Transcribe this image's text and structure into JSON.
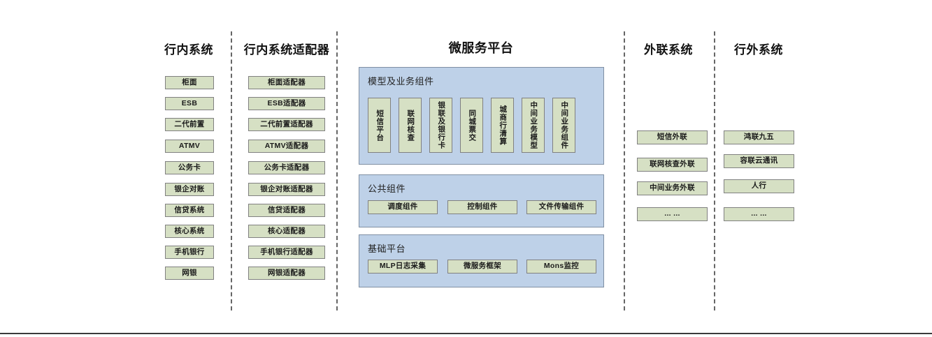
{
  "diagram": {
    "columns": [
      {
        "id": "in-bank-systems",
        "title": "行内系统",
        "nodes": [
          "柜面",
          "ESB",
          "二代前置",
          "ATMV",
          "公务卡",
          "银企对账",
          "信贷系统",
          "核心系统",
          "手机银行",
          "网银"
        ]
      },
      {
        "id": "in-bank-adapters",
        "title": "行内系统适配器",
        "nodes": [
          "柜面适配器",
          "ESB适配器",
          "二代前置适配器",
          "ATMV适配器",
          "公务卡适配器",
          "银企对账适配器",
          "信贷适配器",
          "核心适配器",
          "手机银行适配器",
          "网银适配器"
        ]
      },
      {
        "id": "microservice-platform",
        "title": "微服务平台",
        "groups": [
          {
            "id": "model-business-components",
            "title": "模型及业务组件",
            "orientation": "vertical",
            "nodes": [
              "短信平台",
              "联网核查",
              "银联及银行卡",
              "同城票交",
              "城商行清算",
              "中间业务模型",
              "中间业务组件"
            ]
          },
          {
            "id": "public-components",
            "title": "公共组件",
            "orientation": "horizontal",
            "nodes": [
              "调度组件",
              "控制组件",
              "文件传输组件"
            ]
          },
          {
            "id": "basic-platform",
            "title": "基础平台",
            "orientation": "horizontal",
            "nodes": [
              "MLP日志采集",
              "微服务框架",
              "Mons监控"
            ]
          }
        ]
      },
      {
        "id": "external-link-systems",
        "title": "外联系统",
        "nodes": [
          "短信外联",
          "联网核查外联",
          "中间业务外联",
          "... ..."
        ]
      },
      {
        "id": "out-of-bank-systems",
        "title": "行外系统",
        "nodes": [
          "鸿联九五",
          "容联云通讯",
          "人行",
          "... ..."
        ]
      }
    ],
    "colors": {
      "node_fill": "#d6e0c4",
      "node_border": "#808080",
      "group_fill": "#bed1e8",
      "group_border": "#7f8fa3",
      "divider": "#666666",
      "text": "#1a1a1a"
    }
  }
}
